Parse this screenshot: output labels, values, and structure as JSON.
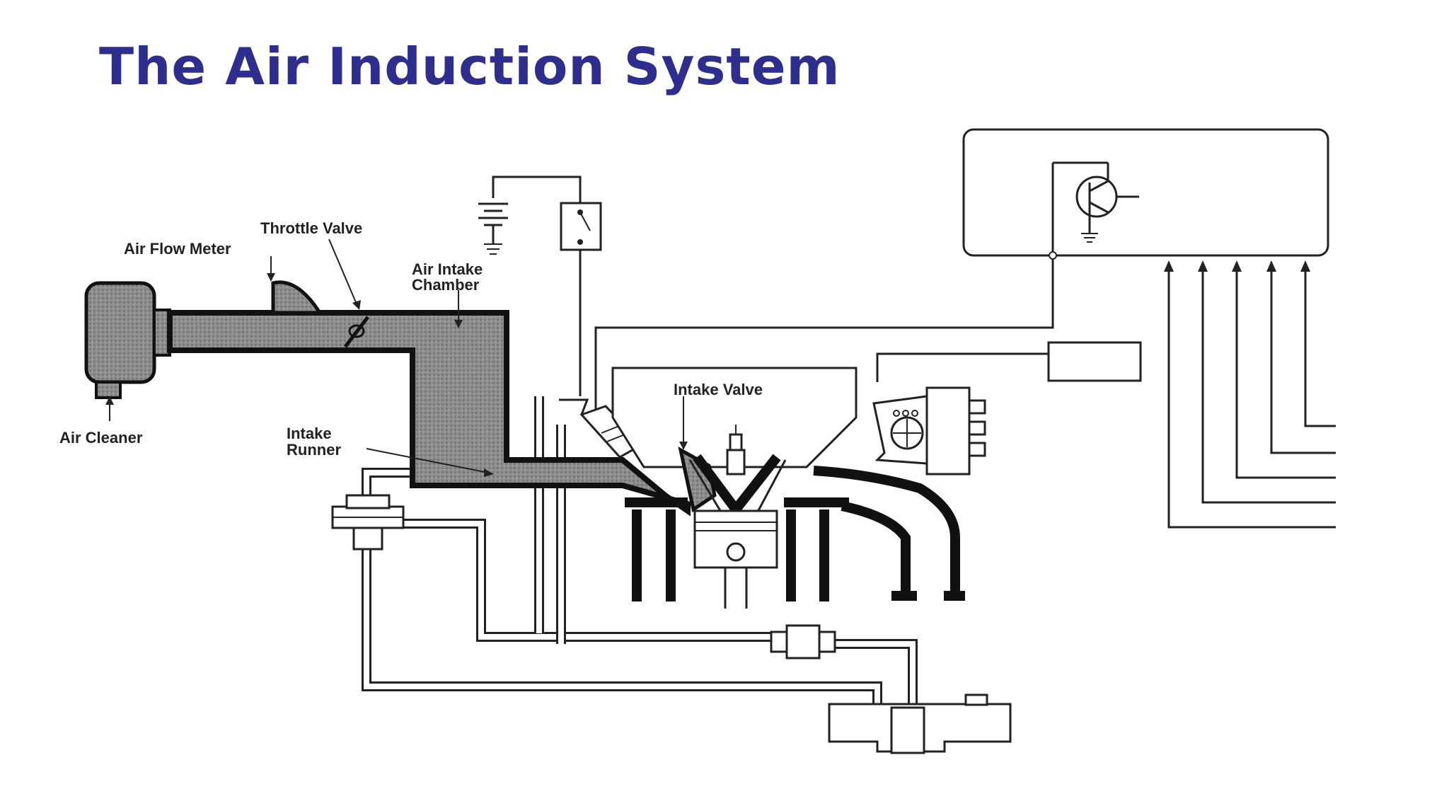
{
  "title": "The Air Induction System",
  "labels": {
    "throttle_valve": "Throttle Valve",
    "air_flow_meter": "Air Flow Meter",
    "air_intake_chamber_1": "Air Intake",
    "air_intake_chamber_2": "Chamber",
    "air_cleaner": "Air Cleaner",
    "intake_runner_1": "Intake",
    "intake_runner_2": "Runner",
    "intake_valve": "Intake Valve"
  },
  "colors": {
    "title": "#2e2e8e",
    "line": "#222222",
    "duct_fill": "#8a8a8a"
  }
}
